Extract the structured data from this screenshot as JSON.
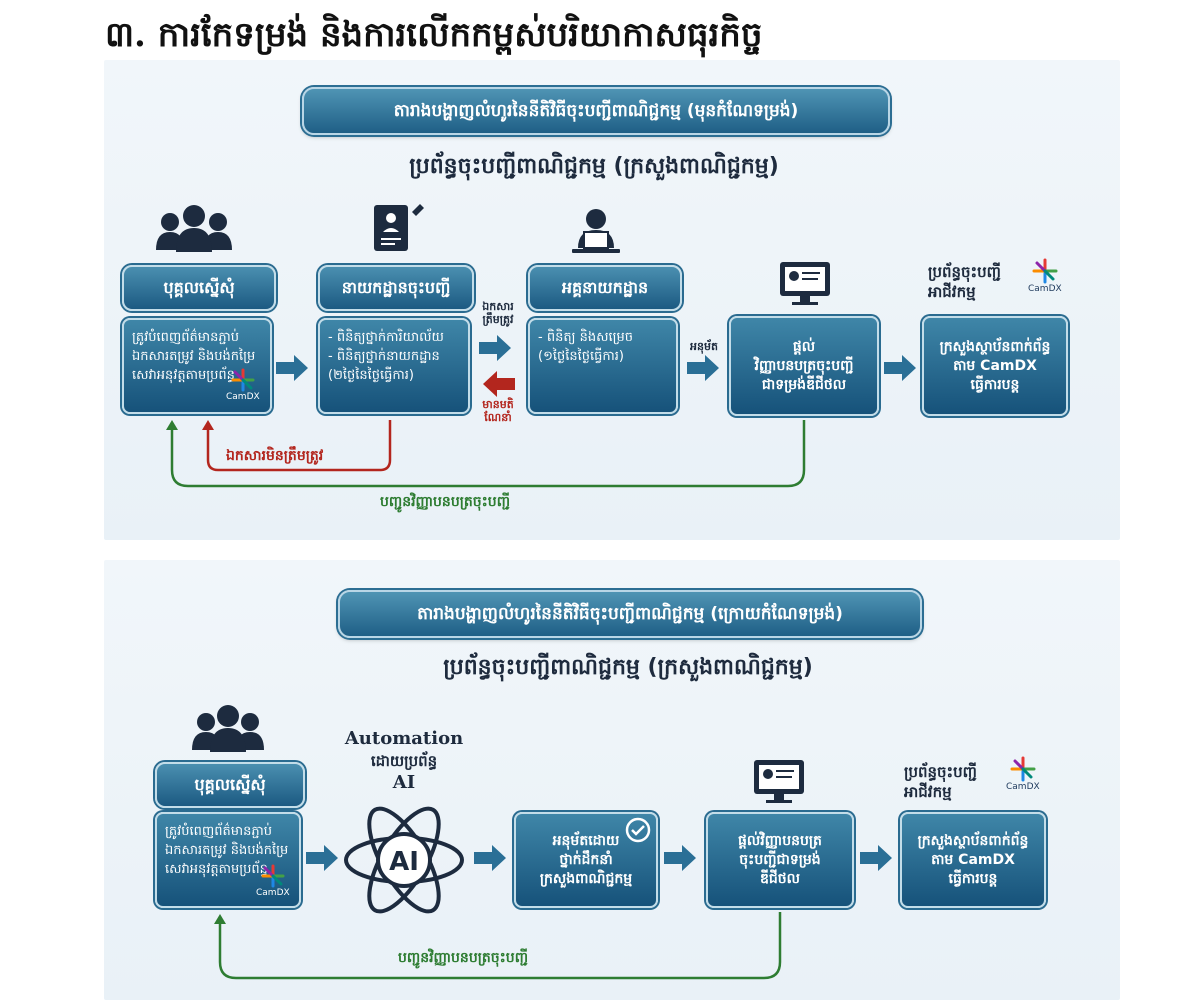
{
  "title": "៣. ការកែទម្រង់ និងការលើកកម្ពស់បរិយាកាសធុរកិច្ច",
  "colors": {
    "box_top": "#4a8fb0",
    "box_bottom": "#1c5a82",
    "arrow": "#2a6f96",
    "red": "#b3261e",
    "green": "#2e7d32"
  },
  "camdx": {
    "name": "CamDX"
  },
  "top": {
    "banner": "តារាងបង្ហាញលំហូរនៃនីតិវិធីចុះបញ្ជីពាណិជ្ជកម្ម (មុនកំណែទម្រង់)",
    "subtitle": "ប្រព័ន្ធចុះបញ្ជីពាណិជ្ជកម្ម (ក្រសួងពាណិជ្ជកម្ម)",
    "applicant": {
      "header": "បុគ្គលស្នើសុំ",
      "lines": [
        "ត្រូវបំពេញព័ត៌មានភ្ជាប់",
        "ឯកសារតម្រូវ និងបង់កម្រៃ",
        "សេវាអនុវត្តតាមប្រព័ន្ធ"
      ]
    },
    "registrar": {
      "header": "នាយកដ្ឋានចុះបញ្ជី",
      "lines": [
        "- ពិនិត្យថ្នាក់ការិយាល័យ",
        "- ពិនិត្យថ្នាក់នាយកដ្ឋាន",
        "(២ថ្ងៃនៃថ្ងៃធ្វើការ)"
      ]
    },
    "director": {
      "header": "អគ្គនាយកដ្ឋាន",
      "lines": [
        "- ពិនិត្យ និងសម្រេច",
        "(១ថ្ងៃនៃថ្ងៃធ្វើការ)"
      ]
    },
    "certificate": {
      "lines": [
        "ផ្តល់",
        "វិញ្ញាបនបត្រចុះបញ្ជី",
        "ជាទម្រង់ឌីជីថល"
      ]
    },
    "system_label": [
      "ប្រព័ន្ធចុះបញ្ជី",
      "អាជីវកម្ម"
    ],
    "ministries": {
      "lines": [
        "ក្រសួងស្ថាប័នពាក់ព័ន្ធ",
        "តាម CamDX",
        "ធ្វើការបន្ត"
      ]
    },
    "label_correct": [
      "ឯកសារ",
      "ត្រឹមត្រូវ"
    ],
    "label_comment": [
      "មានមតិ",
      "ណែនាំ"
    ],
    "label_approve": "អនុម័ត",
    "label_incorrect": "ឯកសារមិនត្រឹមត្រូវ",
    "label_send_cert": "បញ្ជូនវិញ្ញាបនបត្រចុះបញ្ជី"
  },
  "bottom": {
    "banner": "តារាងបង្ហាញលំហូរនៃនីតិវិធីចុះបញ្ជីពាណិជ្ជកម្ម (ក្រោយកំណែទម្រង់)",
    "subtitle": "ប្រព័ន្ធចុះបញ្ជីពាណិជ្ជកម្ម (ក្រសួងពាណិជ្ជកម្ម)",
    "applicant": {
      "header": "បុគ្គលស្នើសុំ",
      "lines": [
        "ត្រូវបំពេញព័ត៌មានភ្ជាប់",
        "ឯកសារតម្រូវ និងបង់កម្រៃ",
        "សេវាអនុវត្តតាមប្រព័ន្ធ"
      ]
    },
    "automation": [
      "Automation",
      "ដោយប្រព័ន្ធ",
      "AI"
    ],
    "ai_text": "AI",
    "approve": {
      "lines": [
        "អនុម័តដោយ",
        "ថ្នាក់ដឹកនាំ",
        "ក្រសួងពាណិជ្ជកម្ម"
      ]
    },
    "certificate": {
      "lines": [
        "ផ្តល់វិញ្ញាបនបត្រ",
        "ចុះបញ្ជីជាទម្រង់",
        "ឌីជីថល"
      ]
    },
    "system_label": [
      "ប្រព័ន្ធចុះបញ្ជី",
      "អាជីវកម្ម"
    ],
    "ministries": {
      "lines": [
        "ក្រសួងស្ថាប័នពាក់ព័ន្ធ",
        "តាម CamDX",
        "ធ្វើការបន្ត"
      ]
    },
    "label_send_cert": "បញ្ជូនវិញ្ញាបនបត្រចុះបញ្ជី"
  }
}
